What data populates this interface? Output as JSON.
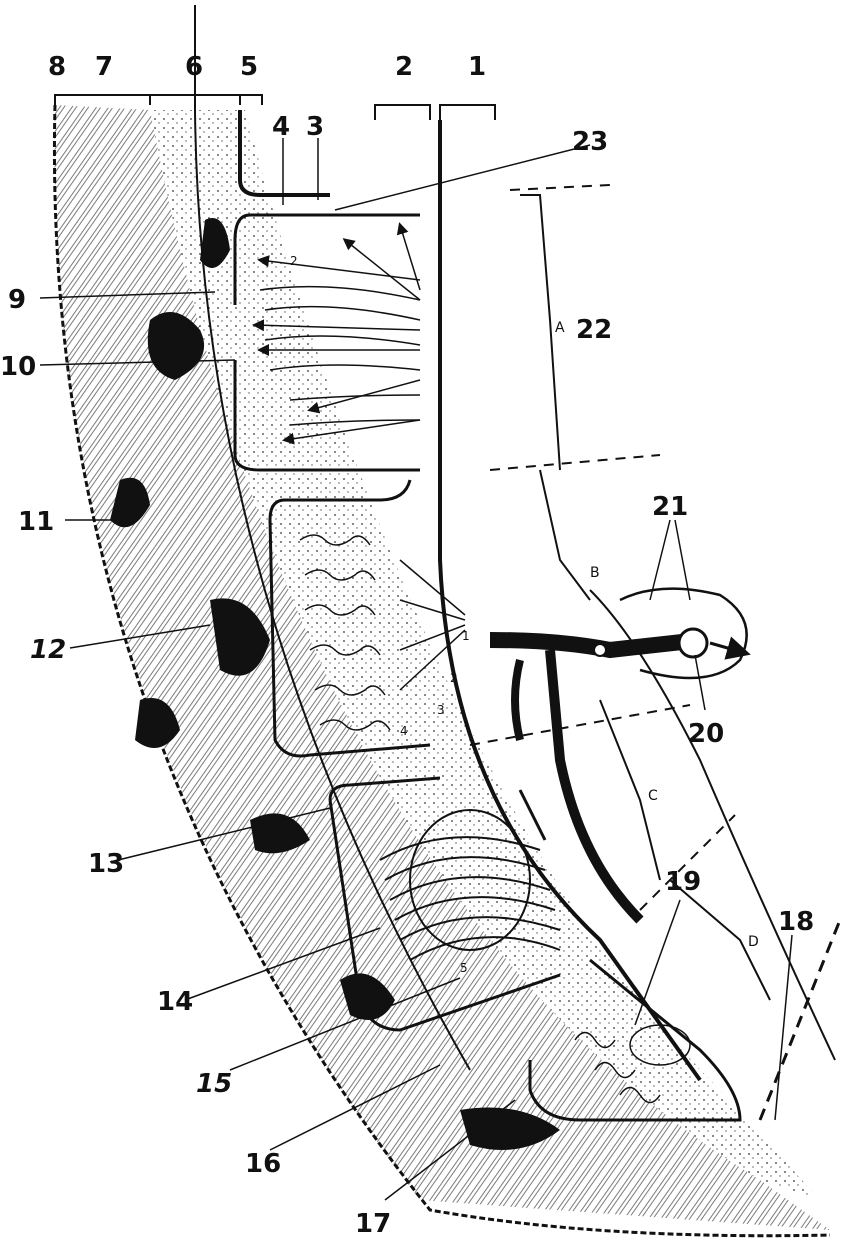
{
  "labels": {
    "l1": "1",
    "l2": "2",
    "l3": "3",
    "l4": "4",
    "l5": "5",
    "l6": "6",
    "l7": "7",
    "l8": "8",
    "l9": "9",
    "l10": "10",
    "l11": "11",
    "l12": "12",
    "l13": "13",
    "l14": "14",
    "l15": "15",
    "l16": "16",
    "l17": "17",
    "l18": "18",
    "l19": "19",
    "l20": "20",
    "l21": "21",
    "l22": "22",
    "l23": "23"
  },
  "regions": {
    "A": "A",
    "B": "B",
    "C": "C",
    "D": "D"
  },
  "inner_numbers": {
    "n1": "1",
    "n2": "2",
    "n3": "3",
    "n4": "4",
    "n5": "5",
    "n2b": "2"
  }
}
